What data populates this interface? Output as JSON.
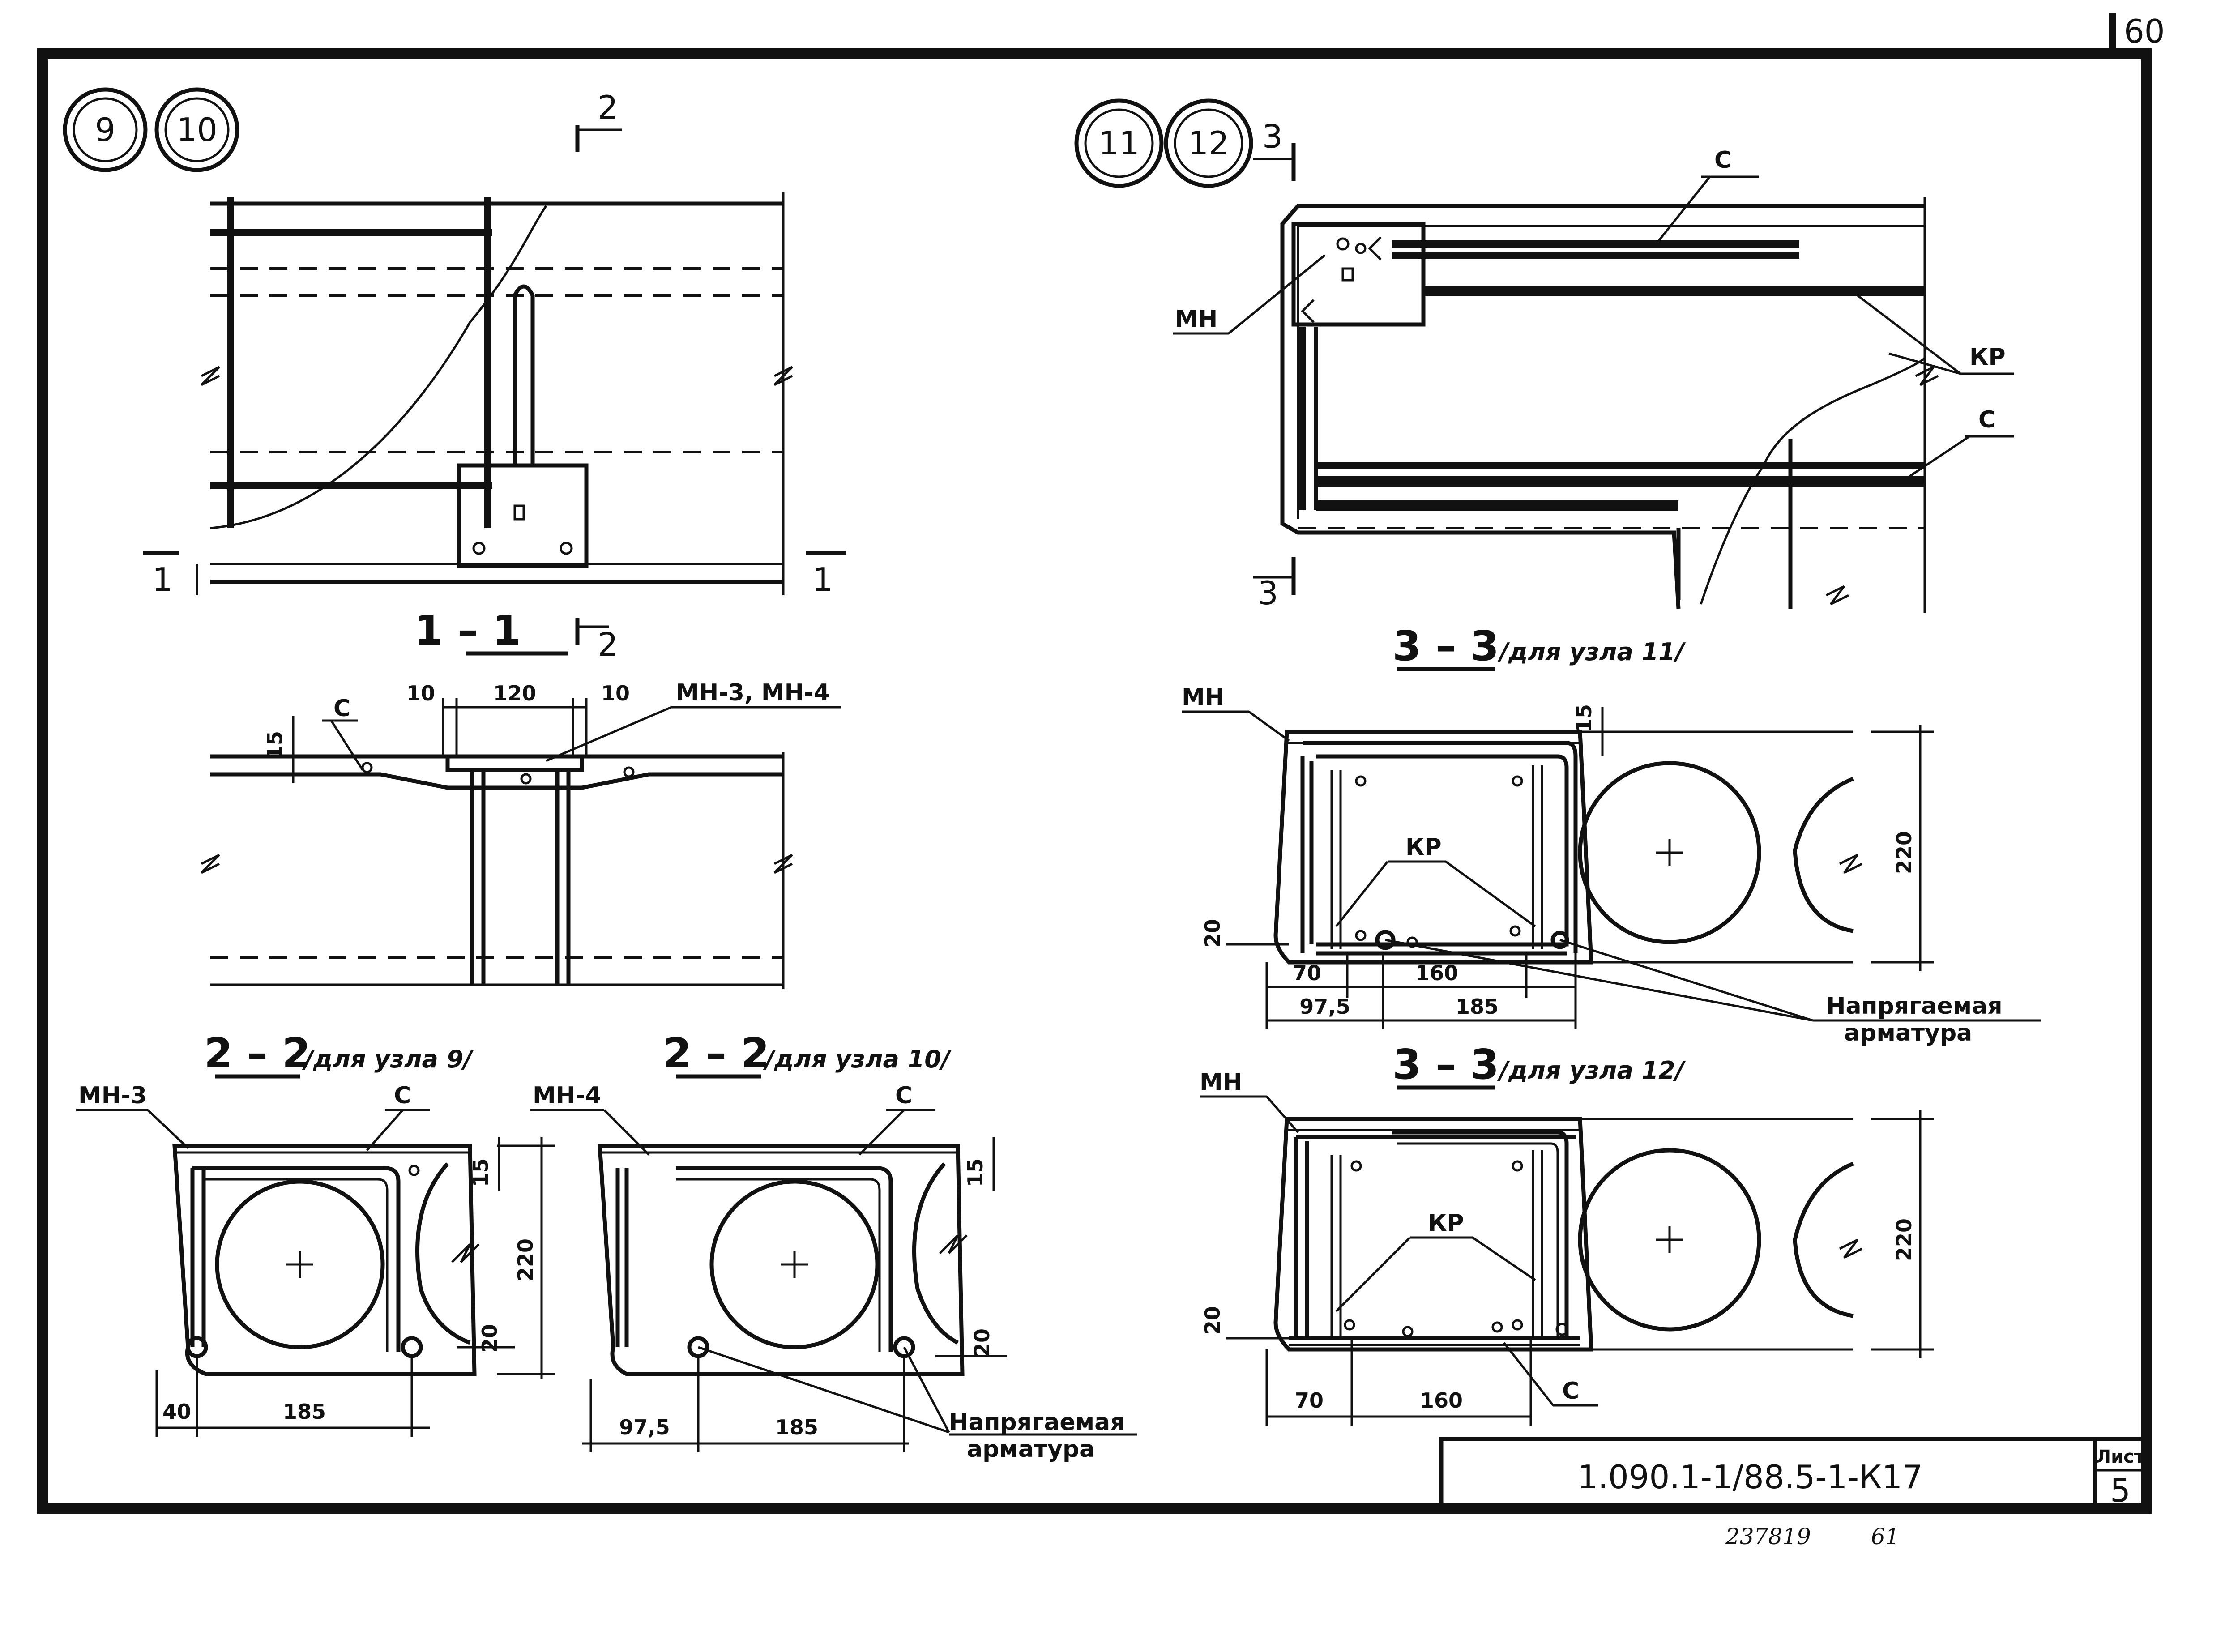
{
  "sheet_corner_number": "60",
  "nodes": {
    "n9": "9",
    "n10": "10",
    "n11": "11",
    "n12": "12"
  },
  "cut_marks": {
    "two": "2",
    "three": "3",
    "one": "1"
  },
  "section_1_1": {
    "title": "1 – 1"
  },
  "section_2_2_node9": {
    "title": "2 – 2",
    "note": "/для узла 9/"
  },
  "section_2_2_node10": {
    "title": "2 – 2",
    "note": "/для узла 10/"
  },
  "section_3_3_node11": {
    "title": "3 – 3",
    "note": "/для узла 11/"
  },
  "section_3_3_node12": {
    "title": "3 – 3",
    "note": "/для узла 12/"
  },
  "labels": {
    "c": "С",
    "mn": "МН",
    "kr": "КР",
    "mn34": "МН-3, МН-4",
    "mn3": "МН-3",
    "mn4": "МН-4",
    "prestressed_line1": "Напрягаемая",
    "prestressed_line2": "арматура"
  },
  "dimensions": {
    "d10": "10",
    "d120": "120",
    "d15": "15",
    "d20": "20",
    "d40": "40",
    "d70": "70",
    "d97_5": "97,5",
    "d160": "160",
    "d185": "185",
    "d220": "220"
  },
  "title_block": {
    "designation": "1.090.1-1/88.5-1-К17",
    "sheet_label": "Лист",
    "sheet_number": "5"
  },
  "footer": {
    "stamp": "237819",
    "page": "61"
  }
}
